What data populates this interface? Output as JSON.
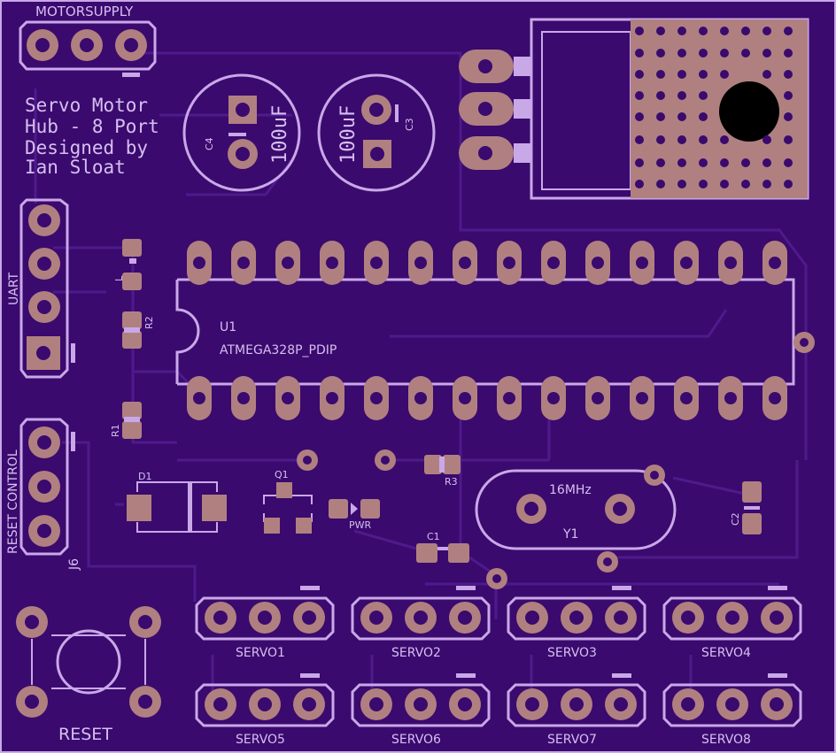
{
  "board": {
    "title_lines": [
      "Servo Motor",
      "Hub - 8 Port",
      "Designed by",
      "Ian Sloat"
    ]
  },
  "labels": {
    "motorsupply": "MOTORSUPPLY",
    "uart": "UART",
    "reset_control": "RESET CONTROL",
    "j6": "J6",
    "reset": "RESET",
    "u1_ref": "U1",
    "u1_value": "ATMEGA328P_PDIP",
    "crystal_freq": "16MHz",
    "crystal_ref": "Y1",
    "c4": "C4",
    "c3": "C3",
    "c4_value": "100uF",
    "c3_value": "100uF",
    "c1": "C1",
    "c2": "C2",
    "r1": "R1",
    "r2": "R2",
    "r3": "R3",
    "l": "L",
    "d1": "D1",
    "q1": "Q1",
    "pwr": "PWR",
    "servo_labels": [
      "SERVO1",
      "SERVO2",
      "SERVO3",
      "SERVO4",
      "SERVO5",
      "SERVO6",
      "SERVO7",
      "SERVO8"
    ]
  },
  "colors": {
    "board": "#3a0a6e",
    "silkscreen": "#c9a8e8",
    "copper_pad": "#b08080",
    "trace": "#4f1a8c"
  }
}
